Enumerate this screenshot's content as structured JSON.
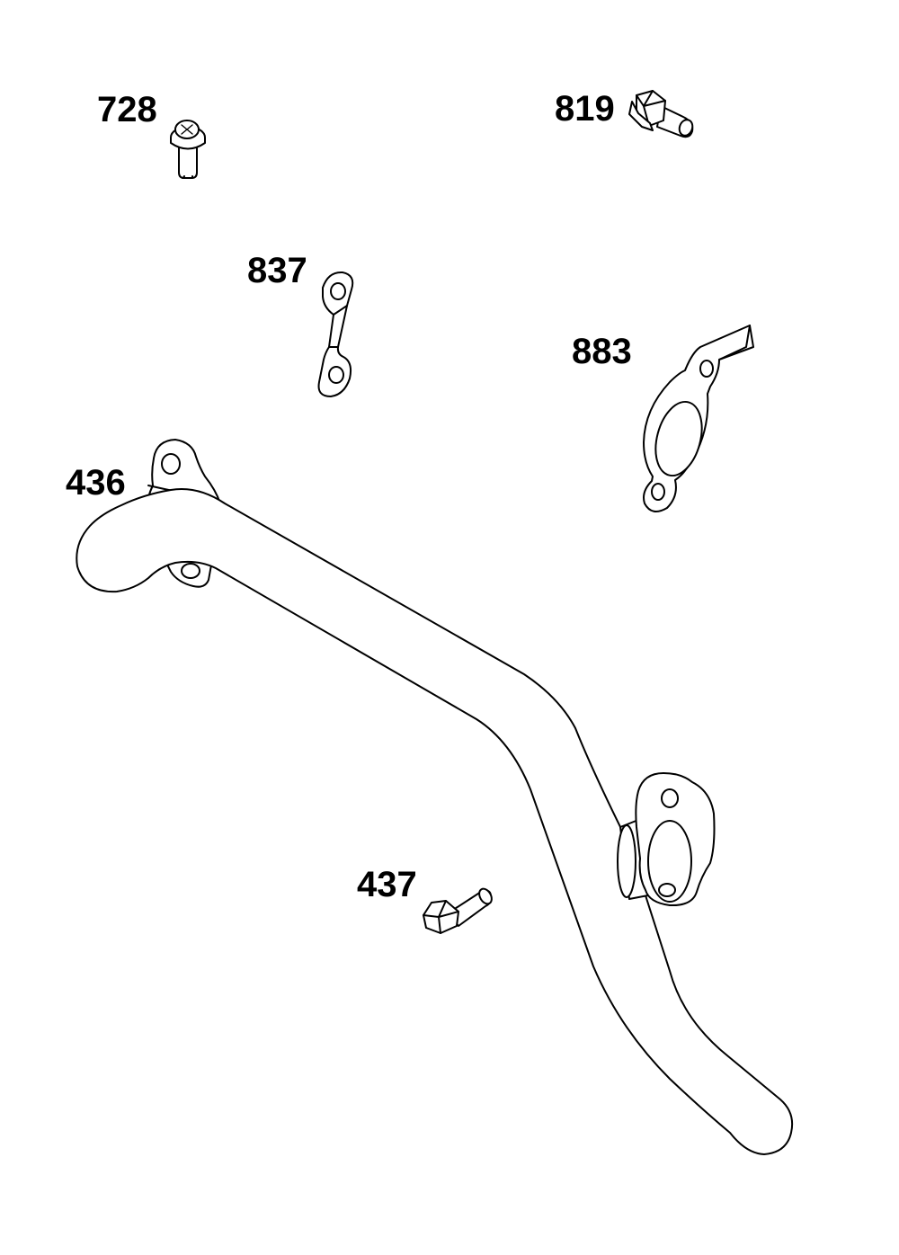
{
  "parts": [
    {
      "id": "728",
      "label": "728",
      "icon": "screw-icon"
    },
    {
      "id": "819",
      "label": "819",
      "icon": "flange-bolt-icon"
    },
    {
      "id": "837",
      "label": "837",
      "icon": "link-plate-icon"
    },
    {
      "id": "883",
      "label": "883",
      "icon": "gasket-icon"
    },
    {
      "id": "436",
      "label": "436",
      "icon": "breather-tube-icon"
    },
    {
      "id": "437",
      "label": "437",
      "icon": "hex-bolt-icon"
    }
  ],
  "colors": {
    "line": "#000000",
    "background": "#ffffff"
  }
}
